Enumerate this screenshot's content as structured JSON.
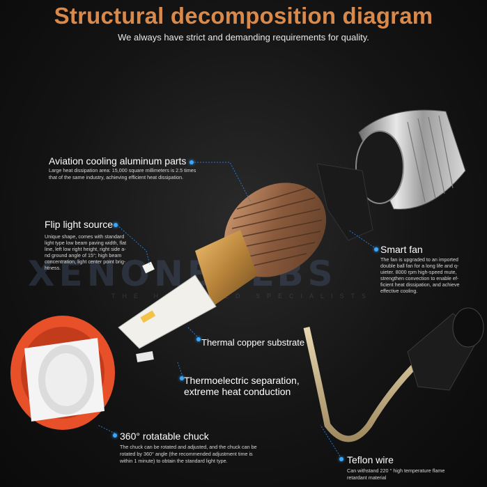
{
  "header": {
    "title": "Structural decomposition diagram",
    "subtitle": "We always have strict and demanding requirements for quality."
  },
  "watermark": {
    "text": "XENONBULBS",
    "tagline": "THE HID & LED SPECIALISTS"
  },
  "callouts": {
    "aviation": {
      "label": "Aviation cooling aluminum parts",
      "desc_1": "Large heat dissipation area: 15,000 square millimeters is 2.5 times",
      "desc_2": "that of the same industry, achieving efficient heat dissipation."
    },
    "flip": {
      "label": "Flip light source",
      "desc_1": "Unique shape, comes with standard",
      "desc_2": "light type low beam paving width, flat",
      "desc_3": "line, left low right height, right side a-",
      "desc_4": "nd ground angle of 15°; high beam",
      "desc_5": "concentration, light center point brig-",
      "desc_6": "htness."
    },
    "fan": {
      "label": "Smart fan",
      "desc_1": "The fan is upgraded to an imported",
      "desc_2": "double ball fan for a long life and q-",
      "desc_3": "uieter. 8000 rpm high-speed mute,",
      "desc_4": "strengthen convection to enable ef-",
      "desc_5": "ficient heat dissipation, and achieve",
      "desc_6": "effective cooling."
    },
    "copper": {
      "label": "Thermal copper substrate"
    },
    "thermo": {
      "label_1": "Thermoelectric separation,",
      "label_2": "extreme heat conduction"
    },
    "chuck": {
      "label": "360° rotatable chuck",
      "desc_1": "The chuck can be rotated and adjusted, and the chuck can be",
      "desc_2": "rotated by 360° angle (the recommended adjustment time is",
      "desc_3": "within 1 minute) to obtain the standard light type."
    },
    "teflon": {
      "label": "Teflon wire",
      "desc_1": "Can withstand 220 ° high temperature flame",
      "desc_2": "retardant material"
    }
  },
  "colors": {
    "title": "#d9894a",
    "accent_dot": "#3aa8ff",
    "chuck_red": "#e8502a",
    "heatsink": "#b07a55"
  }
}
